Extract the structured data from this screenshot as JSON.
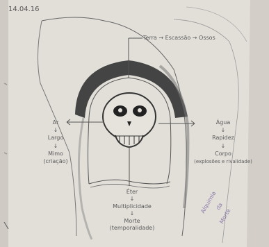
{
  "sketch": {
    "date": "14.04.16",
    "top_label": "Terra → Escassão → Ossos",
    "left_column": [
      "Ar",
      "↓",
      "Largo",
      "↓",
      "Mimo",
      "(criação)"
    ],
    "right_column": [
      "Água",
      "↓",
      "Rapidez",
      "↓",
      "Corpo",
      "(explosões e rivalidade)"
    ],
    "bottom_column": [
      "Éter",
      "↓",
      "Multiplicidade",
      "↓",
      "Morte",
      "(temporalidade)"
    ],
    "purple_note": [
      "Alquimia",
      "da",
      "Morte"
    ]
  }
}
